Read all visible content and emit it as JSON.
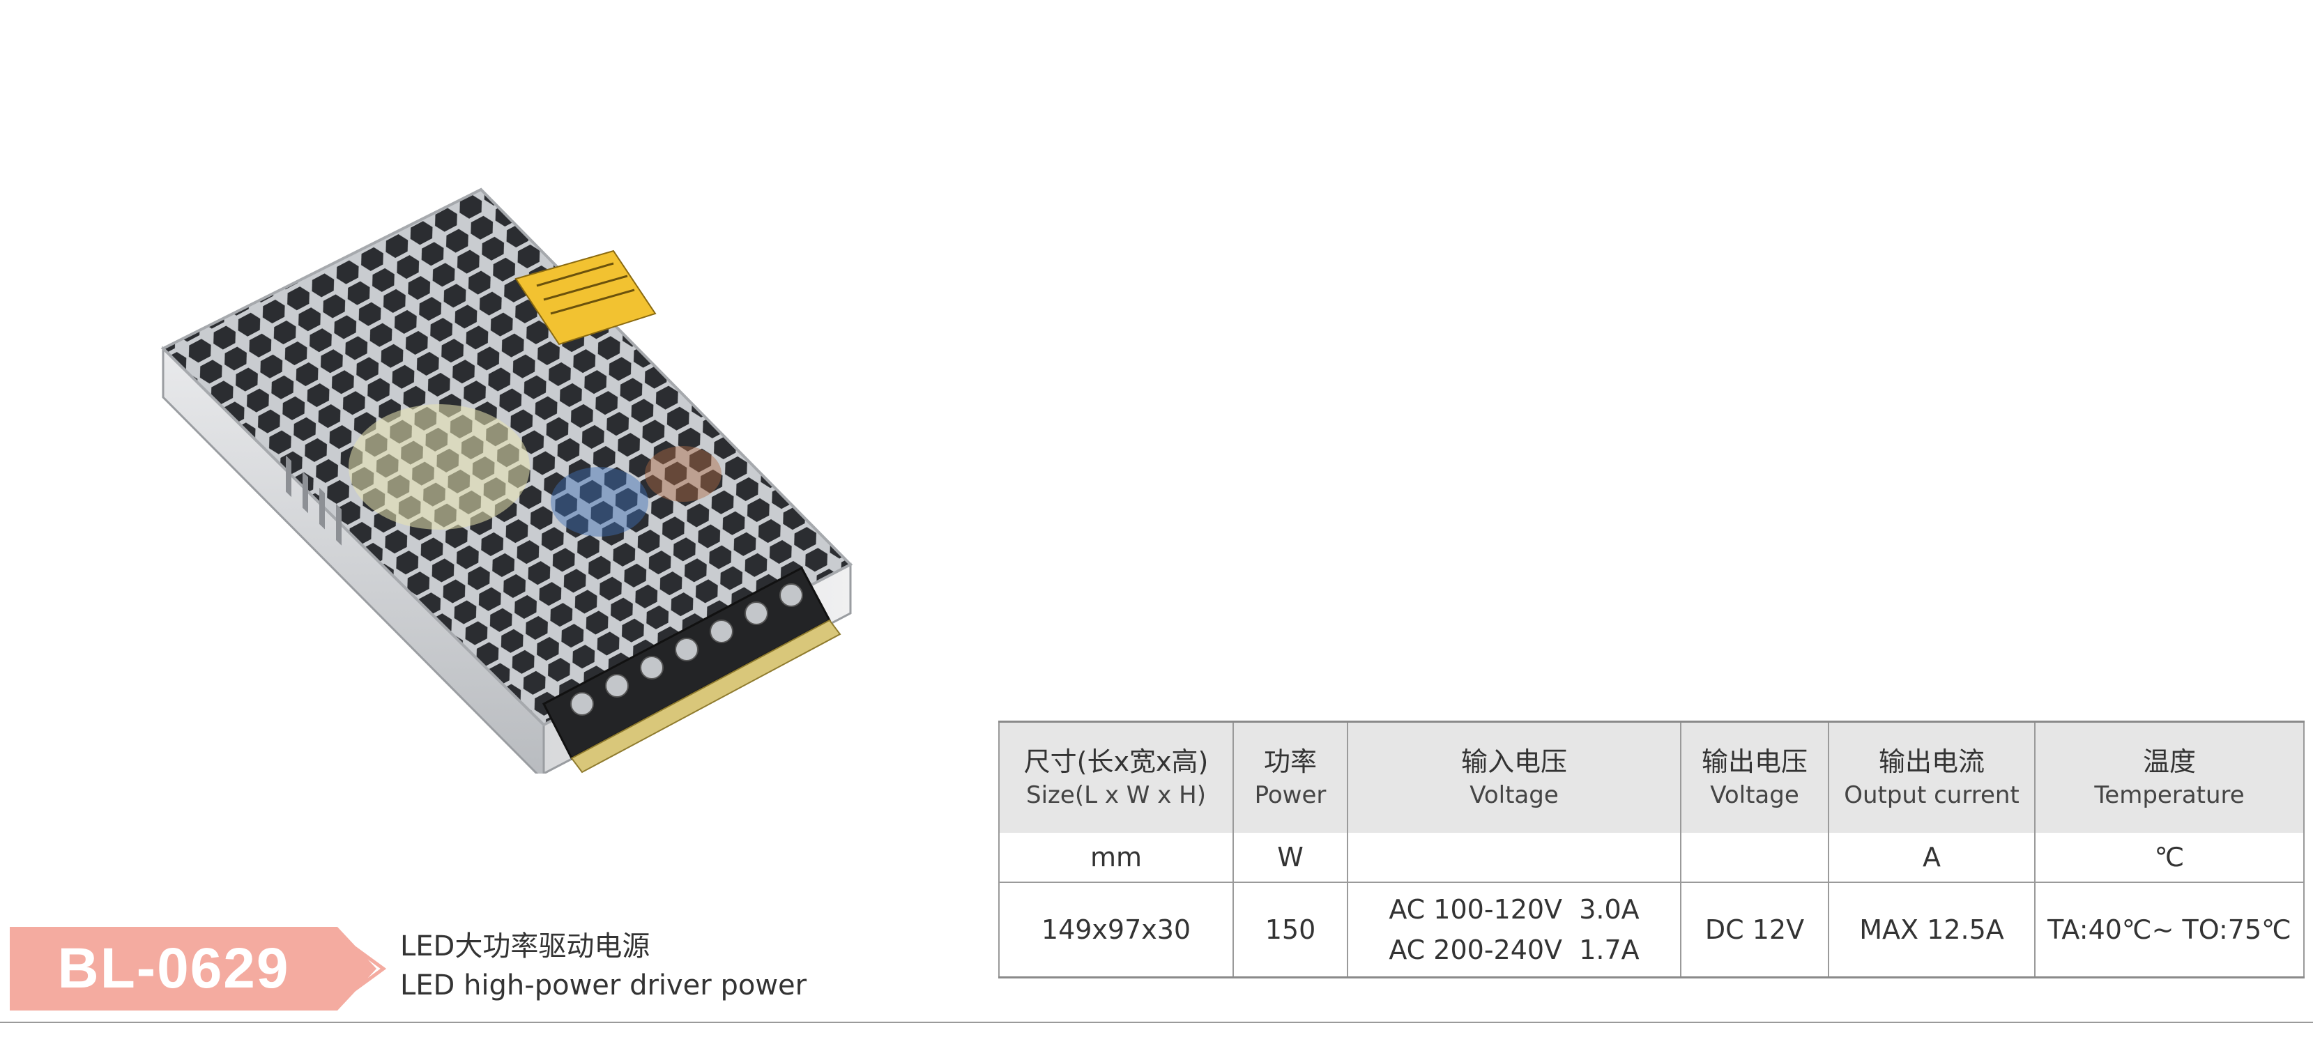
{
  "model": {
    "code": "BL-0629"
  },
  "product_name": {
    "zh": "LED大功率驱动电源",
    "en": "LED high-power driver power"
  },
  "spec_table": {
    "headers": [
      {
        "zh": "尺寸(长x宽x高)",
        "en": "Size(L x W x H)"
      },
      {
        "zh": "功率",
        "en": "Power"
      },
      {
        "zh": "输入电压",
        "en": "Voltage"
      },
      {
        "zh": "输出电压",
        "en": "Voltage"
      },
      {
        "zh": "输出电流",
        "en": "Output current"
      },
      {
        "zh": "温度",
        "en": "Temperature"
      }
    ],
    "units": [
      "mm",
      "W",
      "",
      "",
      "A",
      "℃"
    ],
    "values": {
      "size": "149x97x30",
      "power": "150",
      "input_voltage_1": "AC 100-120V  3.0A",
      "input_voltage_2": "AC 200-240V  1.7A",
      "output_voltage": "DC 12V",
      "output_current": "MAX 12.5A",
      "temperature": "TA:40℃~ TO:75℃"
    }
  },
  "colors": {
    "badge_fill": "#f4aba0",
    "badge_outline": "#f4aba0",
    "header_bg": "#e6e6e6",
    "rule": "#9a9a9a"
  }
}
